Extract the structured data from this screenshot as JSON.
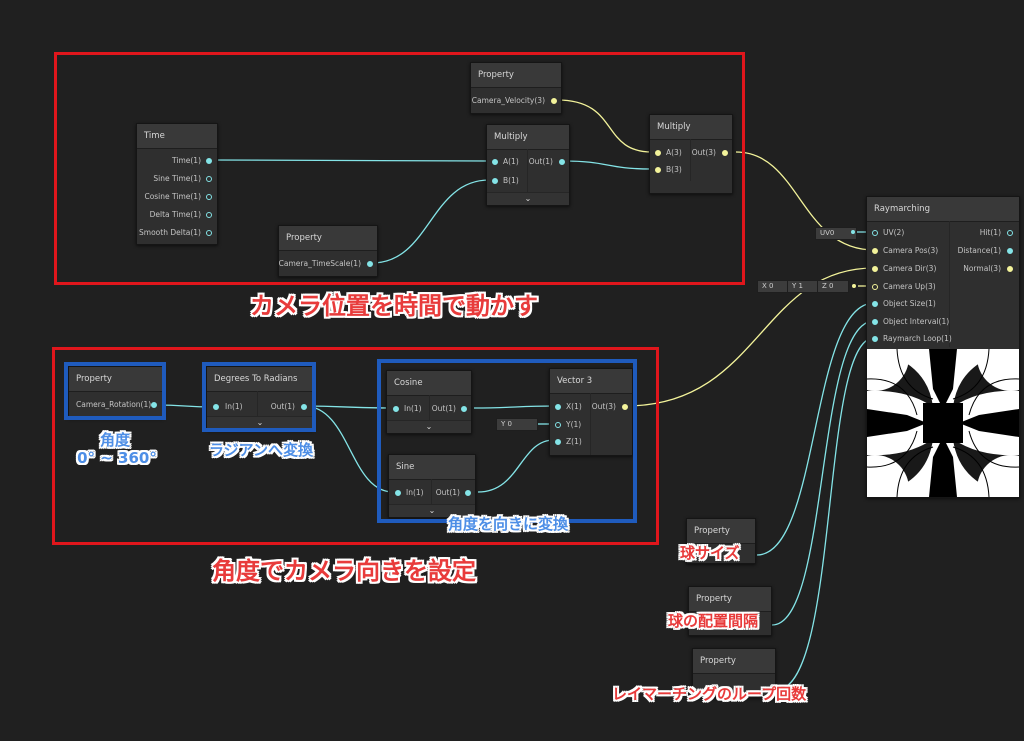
{
  "annotations": {
    "section1_title": "カメラ位置を時間で動かす",
    "section2_title": "角度でカメラ向きを設定",
    "angle_label": "角度",
    "angle_range": "0° ~ 360°",
    "to_radians_label": "ラジアンへ変換",
    "to_direction_label": "角度を向きに変換",
    "sphere_size_label": "球サイズ",
    "sphere_interval_label": "球の配置間隔",
    "loop_count_label": "レイマーチングのループ回数"
  },
  "nodes": {
    "time": {
      "title": "Time",
      "ports": [
        "Time(1)",
        "Sine Time(1)",
        "Cosine Time(1)",
        "Delta Time(1)",
        "Smooth Delta(1)"
      ]
    },
    "prop_velocity": {
      "title": "Property",
      "port": "Camera_Velocity(3)"
    },
    "prop_timescale": {
      "title": "Property",
      "port": "Camera_TimeScale(1)"
    },
    "multiply1": {
      "title": "Multiply",
      "in_a": "A(1)",
      "in_b": "B(1)",
      "out": "Out(1)"
    },
    "multiply2": {
      "title": "Multiply",
      "in_a": "A(3)",
      "in_b": "B(3)",
      "out": "Out(3)"
    },
    "prop_rotation": {
      "title": "Property",
      "port": "Camera_Rotation(1)"
    },
    "deg2rad": {
      "title": "Degrees To Radians",
      "in": "In(1)",
      "out": "Out(1)"
    },
    "cosine": {
      "title": "Cosine",
      "in": "In(1)",
      "out": "Out(1)"
    },
    "sine": {
      "title": "Sine",
      "in": "In(1)",
      "out": "Out(1)"
    },
    "vector3": {
      "title": "Vector 3",
      "x": "X(1)",
      "y": "Y(1)",
      "z": "Z(1)",
      "out": "Out(3)",
      "y_default": "Y 0"
    },
    "raymarching": {
      "title": "Raymarching",
      "inputs": [
        "UV(2)",
        "Camera Pos(3)",
        "Camera Dir(3)",
        "Camera Up(3)",
        "Object Size(1)",
        "Object Interval(1)",
        "Raymarch Loop(1)"
      ],
      "outputs": [
        "Hit(1)",
        "Distance(1)",
        "Normal(3)"
      ],
      "uv_default": "UV0",
      "up_default": {
        "x": "X 0",
        "y": "Y 1",
        "z": "Z 0"
      }
    },
    "prop_size": {
      "title": "Property"
    },
    "prop_interval": {
      "title": "Property"
    },
    "prop_loop": {
      "title": "Property"
    }
  },
  "colors": {
    "red_frame": "#e0161c",
    "blue_frame": "#1f5bbd",
    "wire_float": "#84e4e7",
    "wire_vec3": "#f3f39a"
  },
  "icons": {
    "expand": "chevron-down-icon"
  }
}
